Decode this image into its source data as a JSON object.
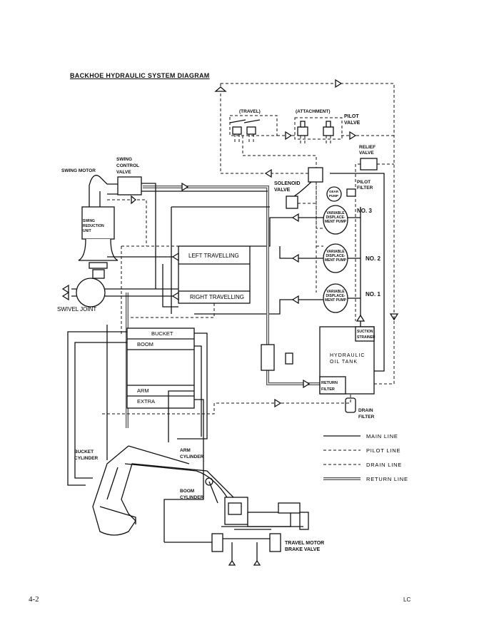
{
  "title": "BACKHOE HYDRAULIC SYSTEM DIAGRAM",
  "labels": {
    "travel": "(TRAVEL)",
    "attachment": "(ATTACHMENT)",
    "pilot_valve": [
      "PILOT",
      "VALVE"
    ],
    "relief_valve": [
      "RELIEF",
      "VALVE"
    ],
    "swing_control_valve": [
      "SWING",
      "CONTROL",
      "VALVE"
    ],
    "swing_motor": "SWING MOTOR",
    "solenoid_valve": [
      "SOLENOID",
      "VALVE"
    ],
    "pilot_filter": [
      "PILOT",
      "FILTER"
    ],
    "gear_pump": [
      "GEAR",
      "PUMP"
    ],
    "swing_reduction_unit": [
      "SWING",
      "REDUCTION",
      "UNIT"
    ],
    "pump": "VARIABLE DISPLACE-MENT PUMP",
    "no3": "NO. 3",
    "no2": "NO. 2",
    "no1": "NO. 1",
    "left_travelling": "LEFT TRAVELLING",
    "right_travelling": "RIGHT TRAVELLING",
    "swivel_joint": "SWIVEL JOINT",
    "bucket": "BUCKET",
    "boom": "BOOM",
    "arm": "ARM",
    "extra": "EXTRA",
    "suction_strainer": [
      "SUCTION",
      "STRAINER"
    ],
    "hydraulic_oil_tank": [
      "HYDRAULIC",
      "OIL TANK"
    ],
    "return_filter": [
      "RETURN",
      "FILTER"
    ],
    "drain_filter": [
      "DRAIN",
      "FILTER"
    ],
    "bucket_cylinder": [
      "BUCKET",
      "CYLINDER"
    ],
    "arm_cylinder": [
      "ARM",
      "CYLINDER"
    ],
    "boom_cylinder": [
      "BOOM",
      "CYLINDER"
    ],
    "travel_motor_brake_valve": [
      "TRAVEL MOTOR",
      "BRAKE VALVE"
    ]
  },
  "legend": [
    {
      "label": "MAIN LINE",
      "style": "solid"
    },
    {
      "label": "PILOT LINE",
      "style": "short-dash"
    },
    {
      "label": "DRAIN LINE",
      "style": "long-dash"
    },
    {
      "label": "RETURN LINE",
      "style": "hatched"
    }
  ],
  "footer": {
    "page": "4-2",
    "code": "LC"
  }
}
